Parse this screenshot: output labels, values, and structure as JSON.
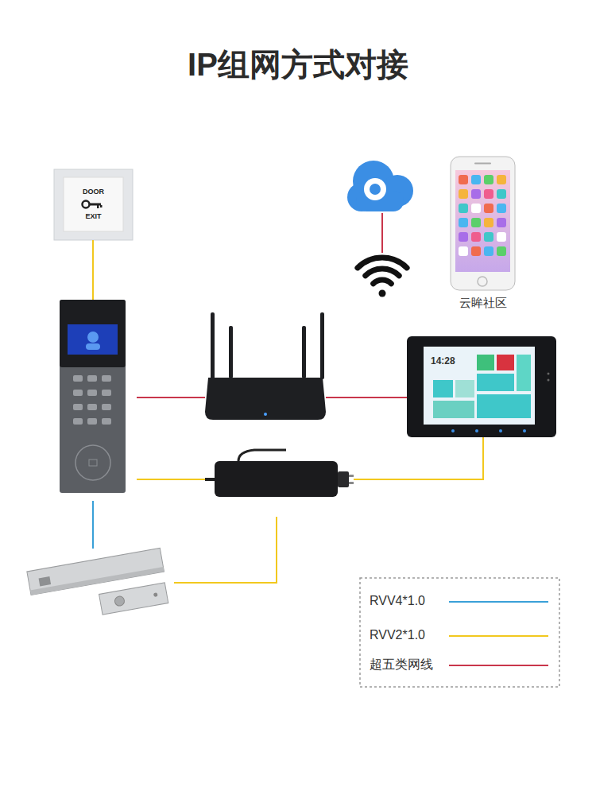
{
  "diagram": {
    "title": "IP组网方式对接",
    "nodes": [
      {
        "text": [
          "DOOR",
          "EXIT"
        ]
      },
      {
        "text": []
      },
      {
        "text": [
          "云眸社区"
        ]
      },
      {
        "text": []
      },
      {
        "text": []
      },
      {
        "text": []
      },
      {
        "text": [
          "14:28"
        ]
      },
      {
        "text": []
      },
      {
        "text": []
      }
    ],
    "edges": [
      {
        "from": 0,
        "to": 4,
        "arrow": "none"
      },
      {
        "from": 1,
        "to": 3,
        "arrow": "none"
      },
      {
        "from": 4,
        "to": 5,
        "arrow": "none"
      },
      {
        "from": 5,
        "to": 6,
        "arrow": "none"
      },
      {
        "from": 4,
        "to": 7,
        "arrow": "none"
      },
      {
        "from": 7,
        "to": 6,
        "arrow": "none"
      },
      {
        "from": 7,
        "to": 8,
        "arrow": "none"
      },
      {
        "from": 4,
        "to": 8,
        "arrow": "none"
      }
    ],
    "legend": [
      {
        "text": "RVV4*1.0"
      },
      {
        "text": "RVV2*1.0"
      },
      {
        "text": "超五类网线"
      }
    ]
  }
}
